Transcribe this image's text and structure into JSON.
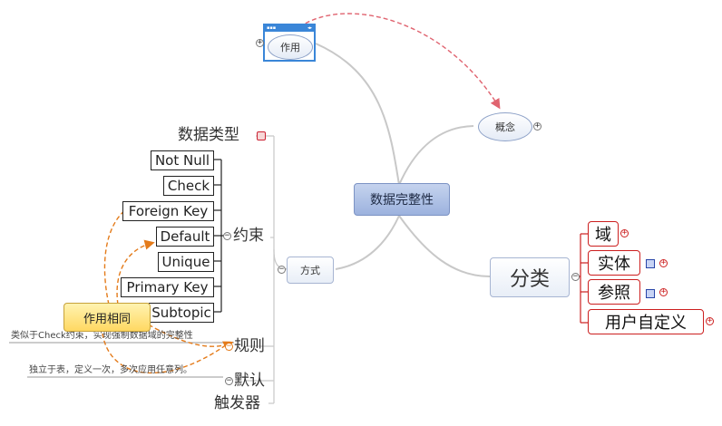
{
  "central": {
    "label": "数据完整性"
  },
  "topics": {
    "zuoyong": "作用",
    "gainian": "概念",
    "fangshi": "方式",
    "fenlei": "分类"
  },
  "fangshi_children": {
    "shujuleixing": "数据类型",
    "yueshu": "约束",
    "guize": "规则",
    "moren": "默认",
    "chufaqi": "触发器"
  },
  "constraints": [
    "Not Null",
    "Check",
    "Foreign Key",
    "Default",
    "Unique",
    "Primary Key",
    "Subtopic"
  ],
  "categories": [
    "域",
    "实体",
    "参照",
    "用户自定义"
  ],
  "notes": {
    "guize": "类似于Check约束，实现强制数据域的完整性",
    "moren": "独立于表，定义一次，多次应用任意列。"
  },
  "callout": {
    "label": "作用相同"
  },
  "icons": {
    "collapse": "−",
    "expand": "+",
    "window_dots": "▪▪▪",
    "window_ctrl": "◂▸"
  },
  "colors": {
    "central_fill": "#9cb2de",
    "branch_line": "#c8c8c8",
    "red_border": "#cc1f1f",
    "relationship_red": "#e06470",
    "relationship_orange": "#e47b1a",
    "callout_fill": "#ffd862"
  }
}
